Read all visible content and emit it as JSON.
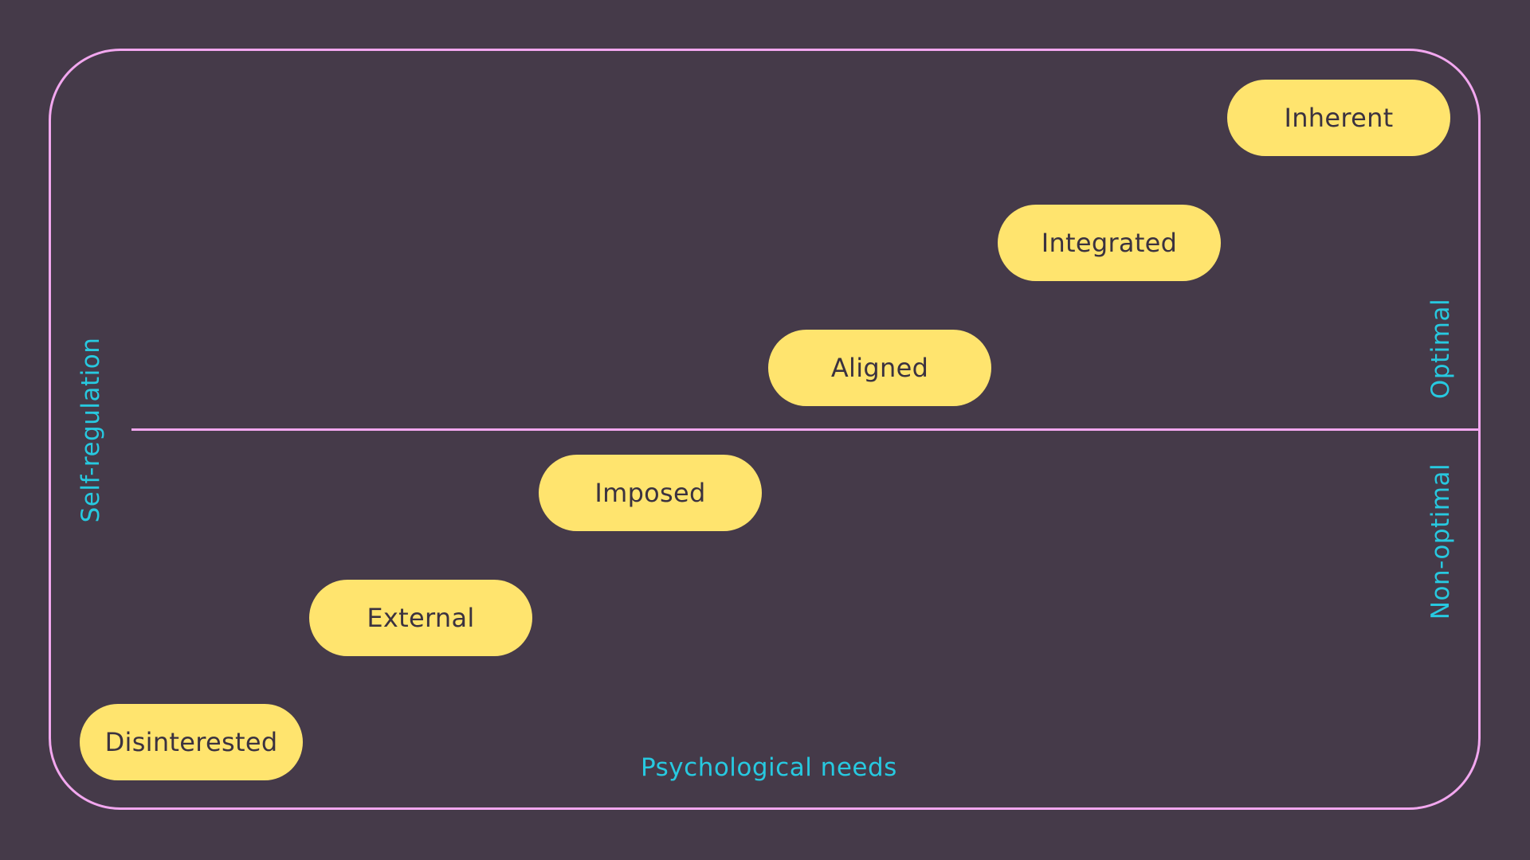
{
  "diagram": {
    "levels": [
      {
        "label": "Disinterested",
        "zone": "non-optimal"
      },
      {
        "label": "External",
        "zone": "non-optimal"
      },
      {
        "label": "Imposed",
        "zone": "non-optimal"
      },
      {
        "label": "Aligned",
        "zone": "optimal"
      },
      {
        "label": "Integrated",
        "zone": "optimal"
      },
      {
        "label": "Inherent",
        "zone": "optimal"
      }
    ],
    "x_axis_label": "Psychological needs",
    "y_axis_label": "Self-regulation",
    "zone_labels": {
      "optimal": "Optimal",
      "non_optimal": "Non-optimal"
    }
  },
  "colors": {
    "background": "#453a49",
    "frame": "#f2a7ef",
    "pill": "#ffe46e",
    "pill_text": "#3b3240",
    "axis_text": "#27c9e0"
  }
}
